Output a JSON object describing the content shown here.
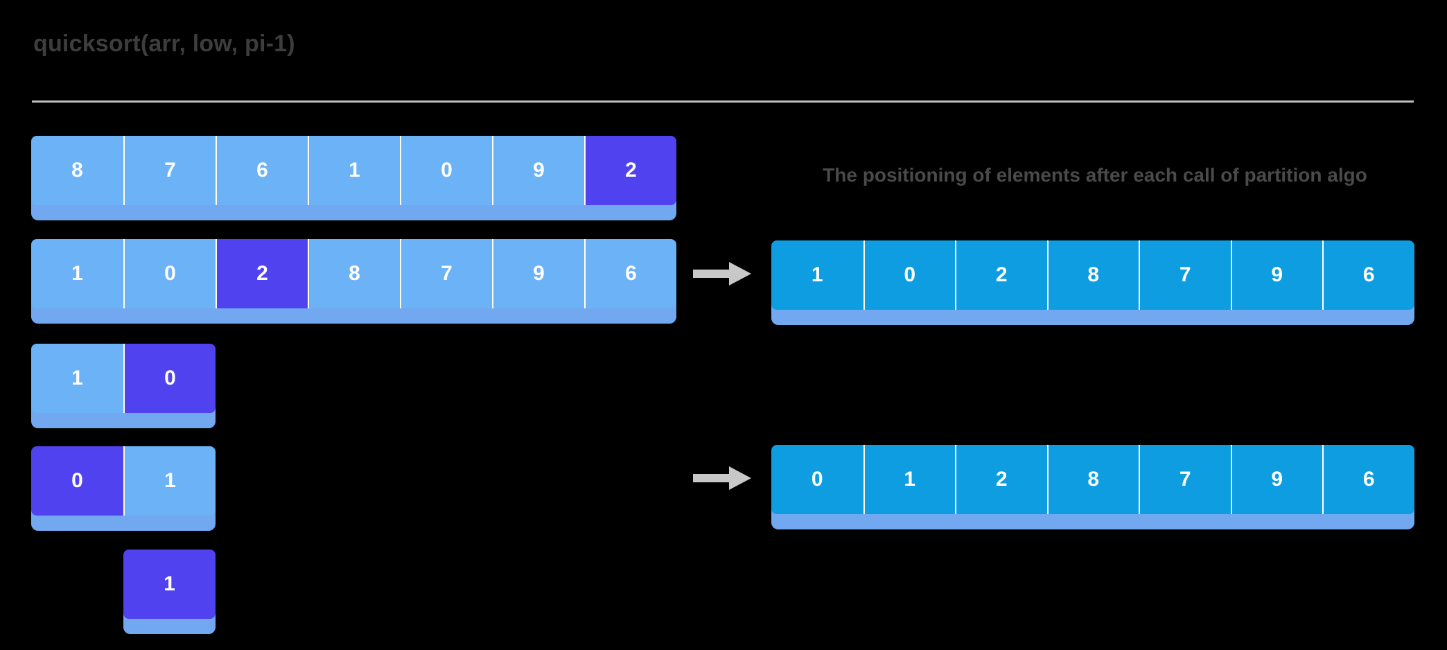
{
  "slide": {
    "title": "quicksort(arr, low, pi-1)",
    "background_color": "#000000",
    "title_color": "#3d3d3d",
    "divider_color": "#c0c0c0"
  },
  "colors": {
    "cell_light_blue": "#6cb2f7",
    "cell_pivot_purple": "#5142f0",
    "cell_deep_blue": "#0d9de0",
    "shadow_blue": "#72a8f0",
    "arrow_gray": "#c8c8c8",
    "cell_text": "#ffffff"
  },
  "left_panel": {
    "rows": [
      {
        "name": "recursion-step-1",
        "values": [
          "8",
          "7",
          "6",
          "1",
          "0",
          "9",
          "2"
        ],
        "pivot_indices": [
          6
        ]
      },
      {
        "name": "recursion-step-2",
        "values": [
          "1",
          "0",
          "2",
          "8",
          "7",
          "9",
          "6"
        ],
        "pivot_indices": [
          2
        ]
      },
      {
        "name": "recursion-step-3",
        "values": [
          "1",
          "0"
        ],
        "pivot_indices": [
          1
        ]
      },
      {
        "name": "recursion-step-4",
        "values": [
          "0",
          "1"
        ],
        "pivot_indices": [
          0
        ]
      },
      {
        "name": "recursion-step-5",
        "values": [
          "1"
        ],
        "pivot_indices": [
          0
        ]
      }
    ]
  },
  "right_panel": {
    "caption": "The positioning of elements after each call of partition algo",
    "rows": [
      {
        "name": "partition-result-1",
        "values": [
          "1",
          "0",
          "2",
          "8",
          "7",
          "9",
          "6"
        ]
      },
      {
        "name": "partition-result-2",
        "values": [
          "0",
          "1",
          "2",
          "8",
          "7",
          "9",
          "6"
        ]
      }
    ]
  },
  "arrows": [
    {
      "name": "arrow-to-partition-result-1",
      "direction": "right"
    },
    {
      "name": "arrow-to-partition-result-2",
      "direction": "right"
    }
  ]
}
